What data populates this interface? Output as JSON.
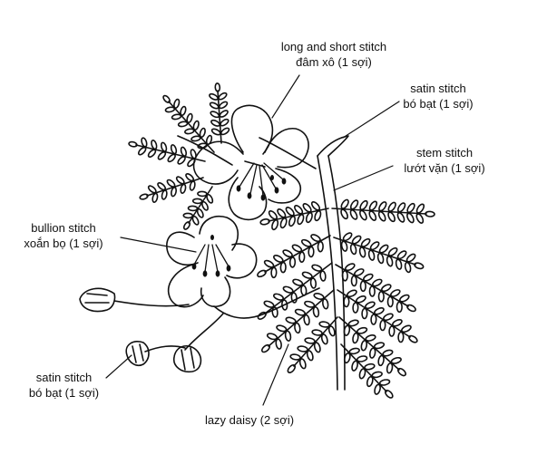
{
  "labels": {
    "long_short": {
      "line1": "long and short stitch",
      "line2": "đâm xô (1 sợi)"
    },
    "satin_top": {
      "line1": "satin stitch",
      "line2": "bó bạt (1 sợi)"
    },
    "stem": {
      "line1": "stem stitch",
      "line2": "lướt vặn (1 sợi)"
    },
    "bullion": {
      "line1": "bullion stitch",
      "line2": "xoắn bọ (1 sợi)"
    },
    "satin_bottom": {
      "line1": "satin stitch",
      "line2": "bó bạt (1 sợi)"
    },
    "lazy_daisy": {
      "line1": "lazy daisy (2 sợi)"
    }
  },
  "colors": {
    "ink": "#111111",
    "background": "#ffffff"
  }
}
